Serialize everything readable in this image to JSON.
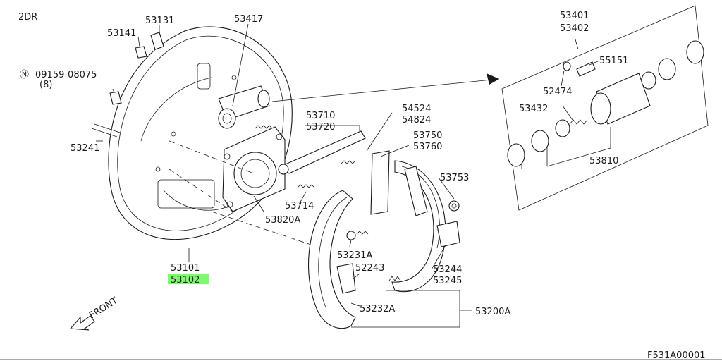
{
  "header": {
    "body_type": "2DR"
  },
  "footer": {
    "figure_code": "F531A00001"
  },
  "direction": {
    "label": "FRONT"
  },
  "accent": {
    "highlight": "#7CFC6A"
  },
  "part_labels": {
    "p53131": "53131",
    "p53417": "53417",
    "p53141": "53141",
    "p09159": "09159-08075",
    "p09159_qty": "(8)",
    "p53241": "53241",
    "p53401": "53401",
    "p53402": "53402",
    "p55151": "55151",
    "p52474": "52474",
    "p53432": "53432",
    "p53810": "53810",
    "p53710": "53710",
    "p53720": "53720",
    "p54524": "54524",
    "p54824": "54824",
    "p53750": "53750",
    "p53760": "53760",
    "p53753": "53753",
    "p53714": "53714",
    "p53820A": "53820A",
    "p53231A": "53231A",
    "p52243": "52243",
    "p53244": "53244",
    "p53245": "53245",
    "p53232A": "53232A",
    "p53200A": "53200A",
    "p53101": "53101",
    "p53102": "53102"
  },
  "highlighted_part": "53102"
}
